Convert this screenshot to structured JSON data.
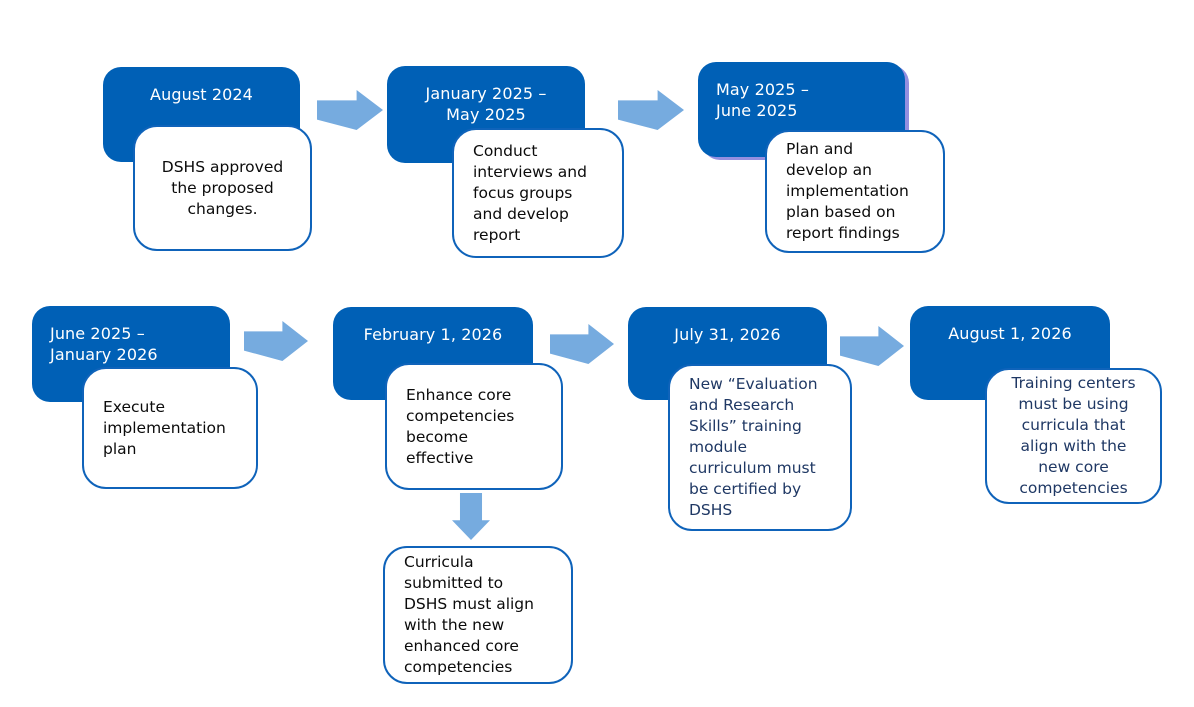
{
  "colors": {
    "box_fill": "#0060B6",
    "box_border": "#0F63BA",
    "arrow": "#76ABDF",
    "date_text": "#FFFFFF",
    "body_text": "#0B0B0B",
    "body_text_navy": "#1F3864",
    "shadow": "#938FE0",
    "background": "#FFFFFF"
  },
  "milestones": [
    {
      "id": "august-2024",
      "date": "August 2024",
      "body": "DSHS approved\nthe proposed\nchanges."
    },
    {
      "id": "january-2025-may-2025",
      "date": "January 2025 –\nMay 2025",
      "body": "Conduct\ninterviews and\nfocus groups\nand develop\nreport"
    },
    {
      "id": "may-2025-june-2025",
      "date": "May 2025 –\nJune 2025",
      "body": "Plan and\ndevelop an\nimplementation\nplan based on\nreport findings"
    },
    {
      "id": "june-2025-january-2026",
      "date": "June 2025 –\nJanuary 2026",
      "body": "Execute\nimplementation\nplan"
    },
    {
      "id": "february-1-2026",
      "date": "February 1, 2026",
      "body": "Enhance core\ncompetencies\nbecome\neffective"
    },
    {
      "id": "july-31-2026",
      "date": "July 31, 2026",
      "body": "New “Evaluation\nand Research\nSkills” training\nmodule\ncurriculum must\nbe certified by\nDSHS"
    },
    {
      "id": "august-1-2026",
      "date": "August 1, 2026",
      "body": "Training centers\nmust be using\ncurricula that\nalign with the\nnew core\ncompetencies"
    }
  ],
  "extra_box": {
    "body": "Curricula\nsubmitted to\nDSHS must align\nwith the new\nenhanced core\ncompetencies"
  }
}
